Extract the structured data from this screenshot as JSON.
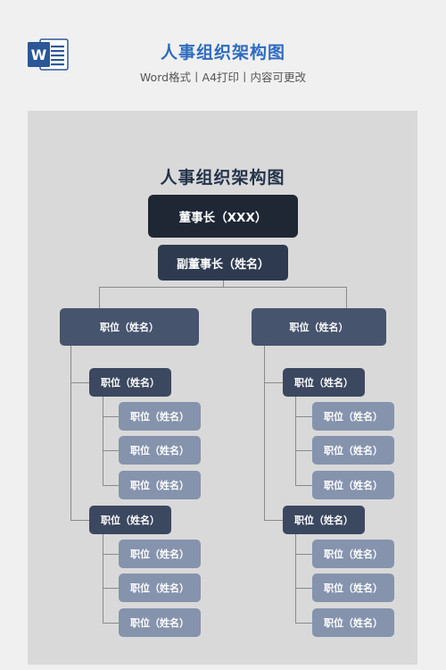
{
  "header": {
    "title": "人事组织架构图",
    "subtitle": "Word格式丨A4打印丨内容可更改",
    "app_icon": "word-icon",
    "icon_letter": "W"
  },
  "document": {
    "title": "人事组织架构图",
    "chairman": "董事长（XXX）",
    "vice_chairman": "副董事长（姓名）",
    "branches": [
      {
        "label": "职位（姓名）",
        "groups": [
          {
            "label": "职位（姓名）",
            "members": [
              "职位（姓名）",
              "职位（姓名）",
              "职位（姓名）"
            ]
          },
          {
            "label": "职位（姓名）",
            "members": [
              "职位（姓名）",
              "职位（姓名）",
              "职位（姓名）"
            ]
          }
        ]
      },
      {
        "label": "职位（姓名）",
        "groups": [
          {
            "label": "职位（姓名）",
            "members": [
              "职位（姓名）",
              "职位（姓名）",
              "职位（姓名）"
            ]
          },
          {
            "label": "职位（姓名）",
            "members": [
              "职位（姓名）",
              "职位（姓名）",
              "职位（姓名）"
            ]
          }
        ]
      }
    ]
  },
  "colors": {
    "title_blue": "#2d6bbf",
    "chairman": "#1f2735",
    "vice": "#2e3a4f",
    "level2": "#47546d",
    "level3": "#3b4860",
    "level4": "#8593ad"
  }
}
